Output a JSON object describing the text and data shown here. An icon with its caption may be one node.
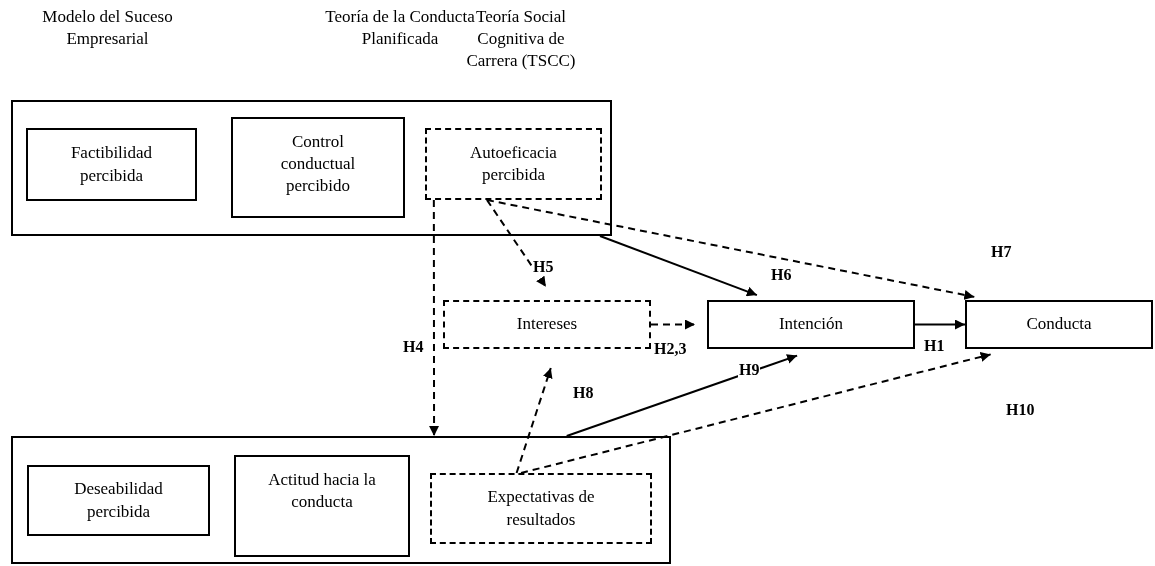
{
  "diagram": {
    "nodes": [
      {
        "text": [],
        "shape": "box"
      },
      {
        "text": [
          "Factibilidad percibida"
        ],
        "in": 0
      },
      {
        "text": [
          "Control conductual percibido"
        ],
        "in": 0
      },
      {
        "text": [
          "Autoeficacia percibida"
        ],
        "in": 0
      },
      {
        "text": [
          "Intereses"
        ]
      },
      {
        "text": [
          "Intención"
        ]
      },
      {
        "text": [
          "Conducta"
        ]
      },
      {
        "text": [],
        "shape": "box"
      },
      {
        "text": [
          "Deseabilidad percibida"
        ],
        "in": 7
      },
      {
        "text": [
          "Actitud hacia la conducta"
        ],
        "in": 7
      },
      {
        "text": [
          "Expectativas de resultados"
        ],
        "in": 7
      }
    ],
    "edges": [
      {
        "from": 3,
        "to": 7,
        "arrow": "to",
        "label": "H4",
        "style": "dashed"
      },
      {
        "from": 3,
        "to": 4,
        "arrow": "to",
        "label": "H5",
        "style": "dashed"
      },
      {
        "from": 0,
        "to": 5,
        "arrow": "to",
        "label": "H6"
      },
      {
        "from": 3,
        "to": 6,
        "arrow": "to",
        "label": "H7",
        "style": "dashed"
      },
      {
        "from": 4,
        "to": 5,
        "arrow": "to",
        "label": "H2,3",
        "style": "dashed"
      },
      {
        "from": 5,
        "to": 6,
        "arrow": "to",
        "label": "H1"
      },
      {
        "from": 10,
        "to": 4,
        "arrow": "to",
        "label": "H8",
        "style": "dashed"
      },
      {
        "from": 7,
        "to": 5,
        "arrow": "to",
        "label": "H9"
      },
      {
        "from": 10,
        "to": 6,
        "arrow": "to",
        "label": "H10",
        "style": "dashed"
      }
    ],
    "labels": [
      "Modelo del Suceso Empresarial",
      "Teoría de la Conducta Planificada",
      "Teoría Social Cognitiva de Carrera (TSCC)"
    ]
  }
}
